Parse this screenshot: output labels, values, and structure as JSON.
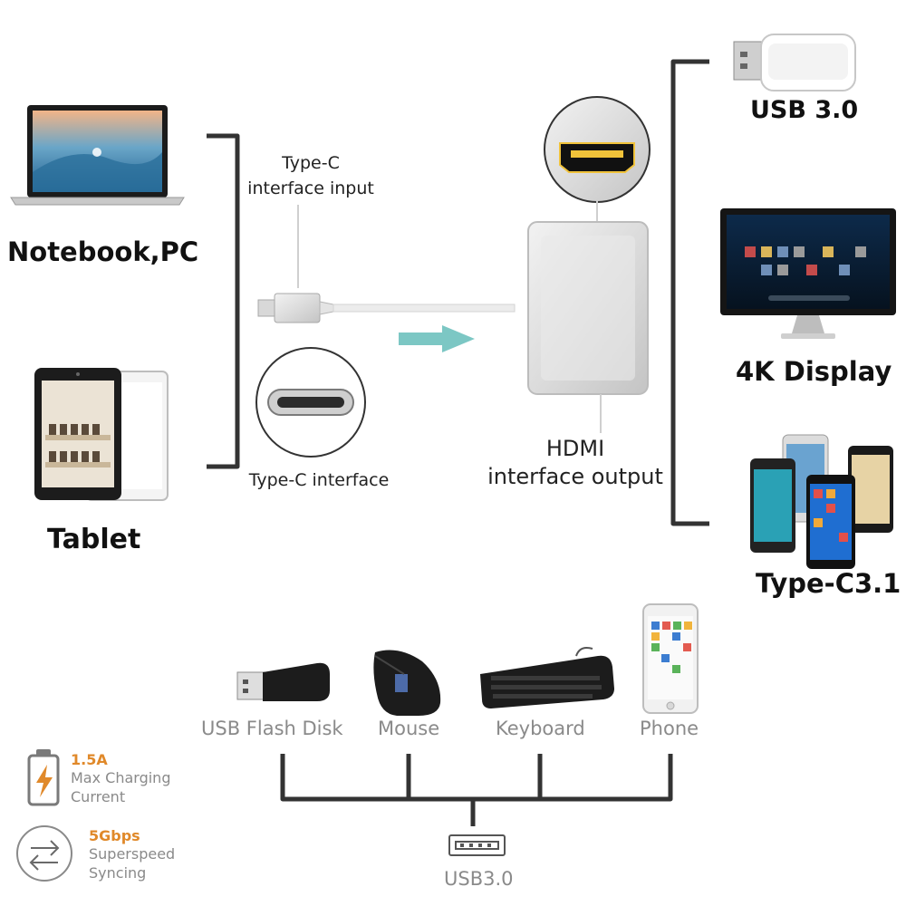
{
  "labels": {
    "notebook": "Notebook,PC",
    "tablet": "Tablet",
    "typec_input_line1": "Type-C",
    "typec_input_line2": "interface input",
    "typec_interface": "Type-C interface",
    "hdmi_line1": "HDMI",
    "hdmi_line2": "interface output",
    "usb30": "USB 3.0",
    "display4k": "4K Display",
    "typec31": "Type-C3.1"
  },
  "bottom_devices": [
    {
      "label": "USB Flash Disk",
      "icon": "usb-flash-disk-icon"
    },
    {
      "label": "Mouse",
      "icon": "mouse-icon"
    },
    {
      "label": "Keyboard",
      "icon": "keyboard-icon"
    },
    {
      "label": "Phone",
      "icon": "phone-icon"
    }
  ],
  "usb_port_label": "USB3.0",
  "features": [
    {
      "value": "1.5A",
      "line1": "Max Charging",
      "line2": "Current",
      "icon": "battery-charging-icon"
    },
    {
      "value": "5Gbps",
      "line1": "Superspeed",
      "line2": "Syncing",
      "icon": "sync-arrows-icon"
    }
  ],
  "colors": {
    "bracket": "#333333",
    "accent_orange": "#e0892a",
    "arrow": "#7cc7c4",
    "gray_text": "#8a8a8a"
  }
}
